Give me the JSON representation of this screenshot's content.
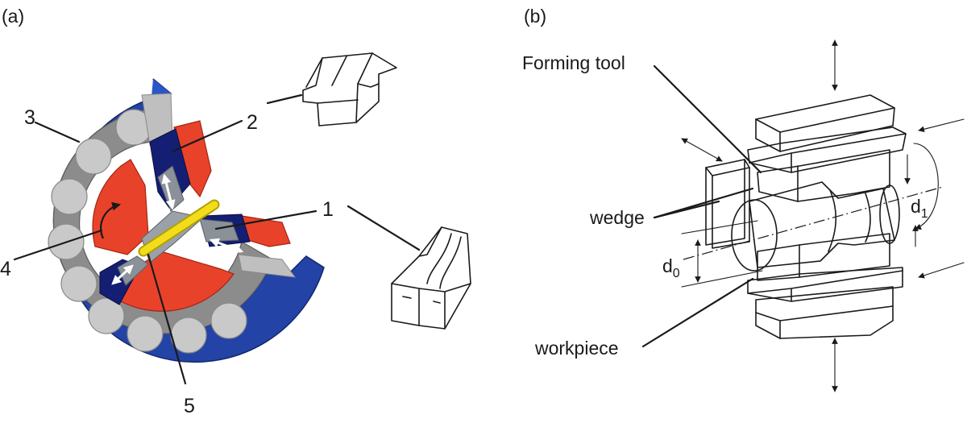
{
  "panels": {
    "a": {
      "label": "(a)",
      "callouts": [
        "1",
        "2",
        "3",
        "4",
        "5"
      ]
    },
    "b": {
      "label": "(b)",
      "labels": {
        "forming_tool": "Forming tool",
        "wedge": "wedge",
        "workpiece": "workpiece",
        "d0_base": "d",
        "d0_sub": "0",
        "d1_base": "d",
        "d1_sub": "1"
      }
    }
  },
  "colors": {
    "outer_ring": "#2343a6",
    "bearing_ring": "#8c8c8c",
    "roller": "#c9c9c9",
    "die_red": "#e8432a",
    "carrier_navy": "#141f73",
    "guide_gray": "#8a9199",
    "workpiece_yellow": "#f2dd1a",
    "motion_arrow": "#ffffff"
  },
  "icons": [
    "rotation-arrow-icon",
    "double-arrow-icon"
  ]
}
